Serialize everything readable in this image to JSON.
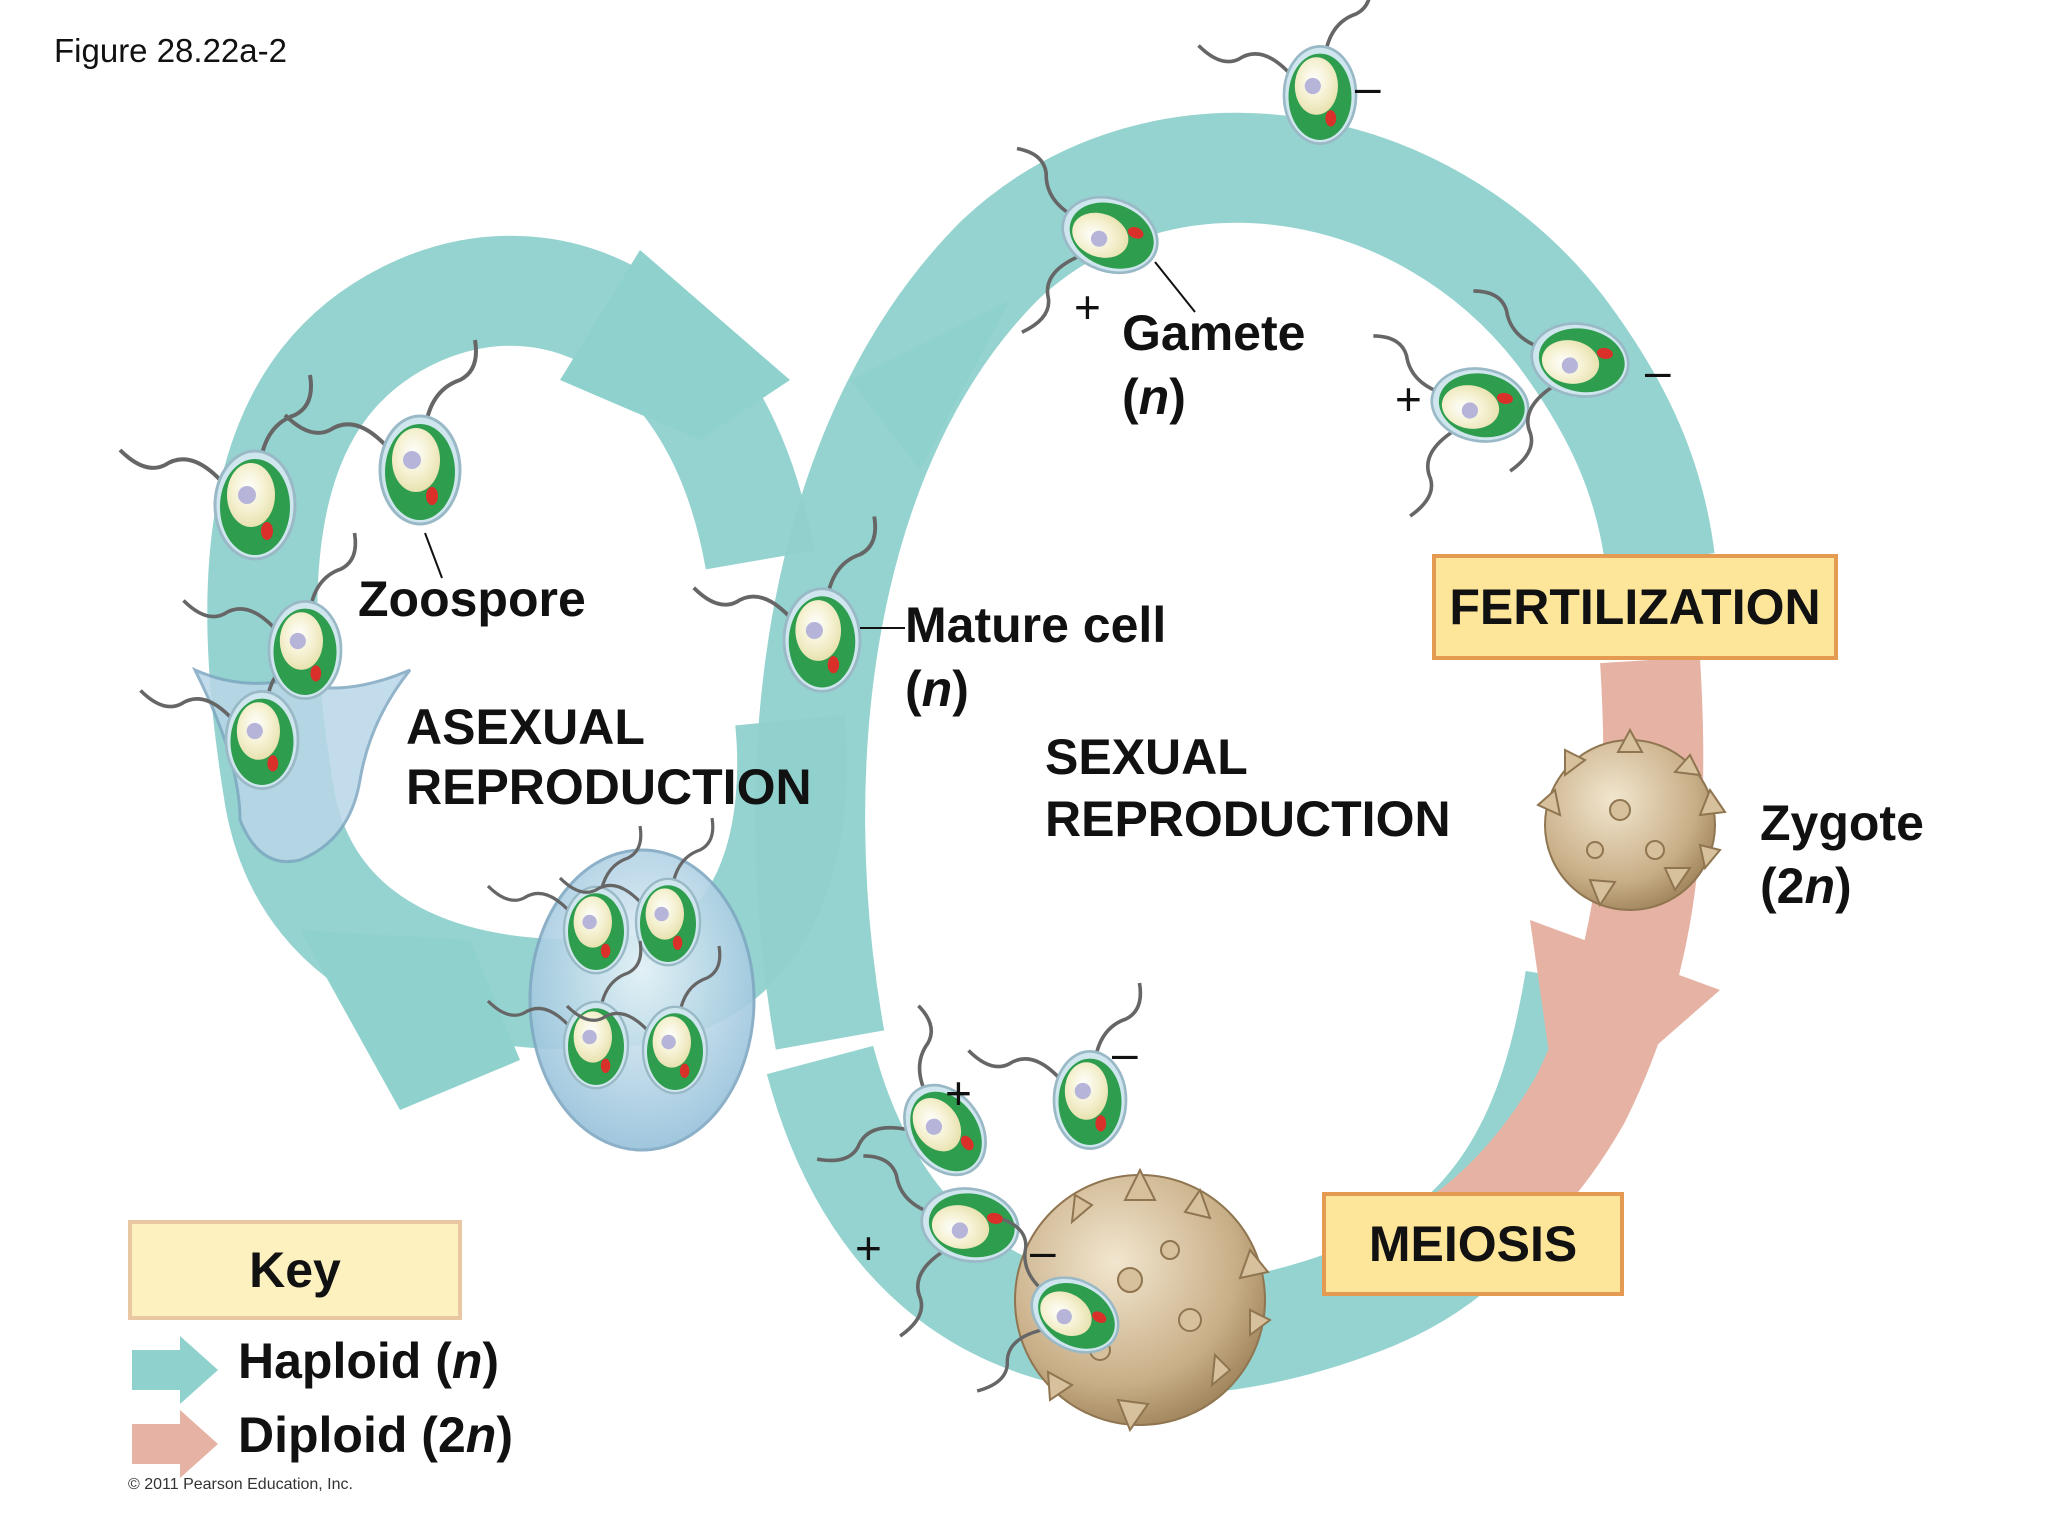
{
  "figure_label": "Figure 28.22a-2",
  "copyright": "© 2011 Pearson Education, Inc.",
  "labels": {
    "zoospore": "Zoospore",
    "asexual_line1": "ASEXUAL",
    "asexual_line2": "REPRODUCTION",
    "mature_cell_line1": "Mature cell",
    "mature_cell_n": "n",
    "gamete_line1": "Gamete",
    "gamete_n": "n",
    "sexual_line1": "SEXUAL",
    "sexual_line2": "REPRODUCTION",
    "fertilization": "FERTILIZATION",
    "zygote_line1": "Zygote",
    "zygote_2": "2",
    "zygote_n": "n",
    "meiosis": "MEIOSIS"
  },
  "mating_signs": {
    "plus": "+",
    "minus": "–"
  },
  "key": {
    "title": "Key",
    "haploid_label": "Haploid (",
    "haploid_n": "n",
    "diploid_label": "Diploid (2",
    "diploid_n": "n",
    "close_paren": ")"
  },
  "colors": {
    "haploid": "#8fd1cd",
    "diploid": "#e6b2a3",
    "process_box_fill": "#fde69a",
    "process_box_border": "#e59a52",
    "key_box_fill": "#fdf2bf",
    "cell_green": "#2e9e4e",
    "cell_cream": "#f4f0cf",
    "zygote": "#c8ae86"
  }
}
